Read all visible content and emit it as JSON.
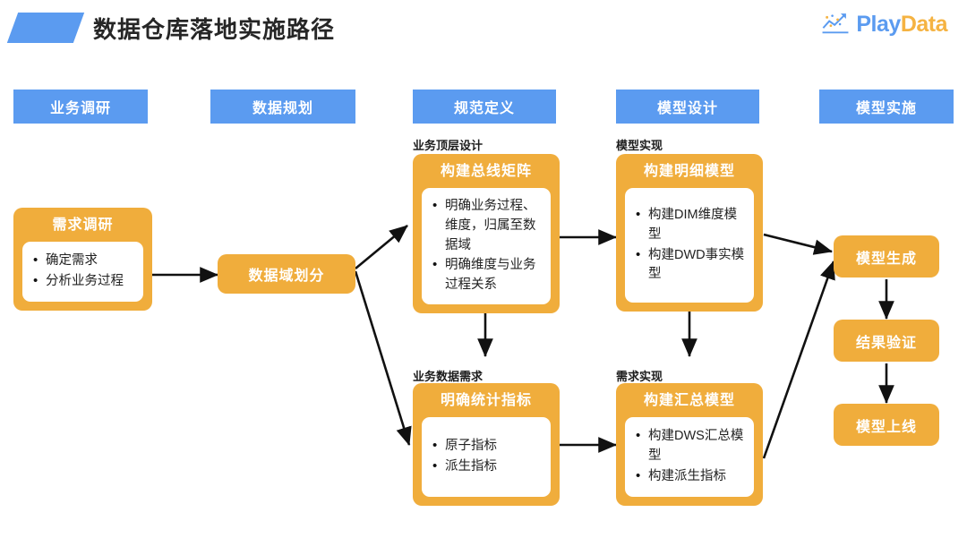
{
  "header": {
    "title": "数据仓库落地实施路径",
    "accent_color": "#5b9bf0",
    "logo": {
      "icon": "trend-chart-icon",
      "text_primary": "Play",
      "text_secondary": "Data",
      "primary_color": "#5b9bf0",
      "secondary_color": "#f5b342"
    }
  },
  "stages": [
    {
      "label": "业务调研"
    },
    {
      "label": "数据规划"
    },
    {
      "label": "规范定义"
    },
    {
      "label": "模型设计"
    },
    {
      "label": "模型实施"
    }
  ],
  "nodes": {
    "requirement_research": {
      "title": "需求调研",
      "bullets": [
        "确定需求",
        "分析业务过程"
      ]
    },
    "data_domain": {
      "label": "数据域划分"
    },
    "bus_matrix": {
      "caption": "业务顶层设计",
      "title": "构建总线矩阵",
      "bullets": [
        "明确业务过程、维度，归属至数据域",
        "明确维度与业务过程关系"
      ]
    },
    "statistic_index": {
      "caption": "业务数据需求",
      "title": "明确统计指标",
      "bullets": [
        "原子指标",
        "派生指标"
      ]
    },
    "detail_model": {
      "caption": "模型实现",
      "title": "构建明细模型",
      "bullets": [
        "构建DIM维度模型",
        "构建DWD事实模型"
      ]
    },
    "summary_model": {
      "caption": "需求实现",
      "title": "构建汇总模型",
      "bullets": [
        "构建DWS汇总模型",
        "构建派生指标"
      ]
    },
    "model_generate": {
      "label": "模型生成"
    },
    "result_verify": {
      "label": "结果验证"
    },
    "model_online": {
      "label": "模型上线"
    }
  },
  "colors": {
    "stage_blue": "#5b9bf0",
    "node_orange": "#f0ad3c",
    "arrow_black": "#111111",
    "text_dark": "#262626",
    "card_white": "#ffffff"
  },
  "connections": [
    {
      "from": "requirement_research",
      "to": "data_domain"
    },
    {
      "from": "data_domain",
      "to": "bus_matrix"
    },
    {
      "from": "data_domain",
      "to": "statistic_index"
    },
    {
      "from": "bus_matrix",
      "to": "statistic_index"
    },
    {
      "from": "bus_matrix",
      "to": "detail_model"
    },
    {
      "from": "statistic_index",
      "to": "summary_model"
    },
    {
      "from": "detail_model",
      "to": "summary_model"
    },
    {
      "from": "detail_model",
      "to": "model_generate"
    },
    {
      "from": "summary_model",
      "to": "model_generate"
    },
    {
      "from": "model_generate",
      "to": "result_verify"
    },
    {
      "from": "result_verify",
      "to": "model_online"
    }
  ]
}
